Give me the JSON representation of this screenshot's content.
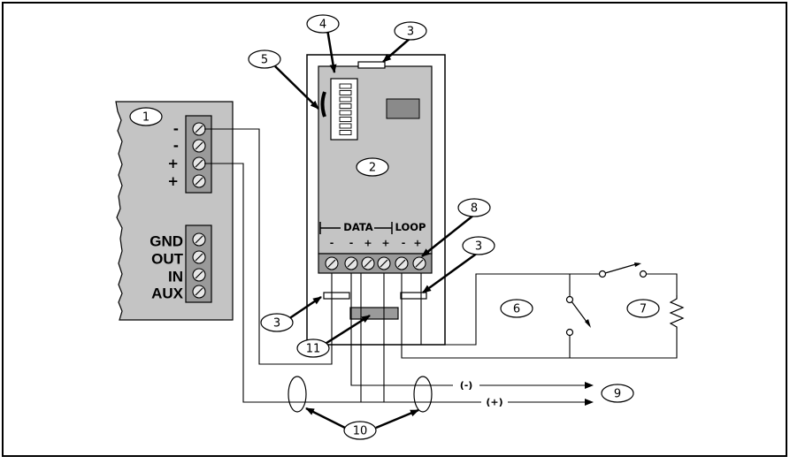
{
  "callouts": {
    "c1": "1",
    "c2": "2",
    "c3a": "3",
    "c3b": "3",
    "c3c": "3",
    "c4": "4",
    "c5": "5",
    "c6": "6",
    "c7": "7",
    "c8": "8",
    "c9": "9",
    "c10": "10",
    "c11": "11"
  },
  "panel_terminals": {
    "top": [
      "-",
      "-",
      "+",
      "+"
    ],
    "bottom": [
      "GND",
      "OUT",
      "IN",
      "AUX"
    ]
  },
  "module": {
    "header_data": "DATA",
    "header_loop": "LOOP",
    "signs": [
      "-",
      "-",
      "+",
      "+",
      "-",
      "+"
    ]
  },
  "wires": {
    "neg": "(-)",
    "pos": "(+)"
  }
}
